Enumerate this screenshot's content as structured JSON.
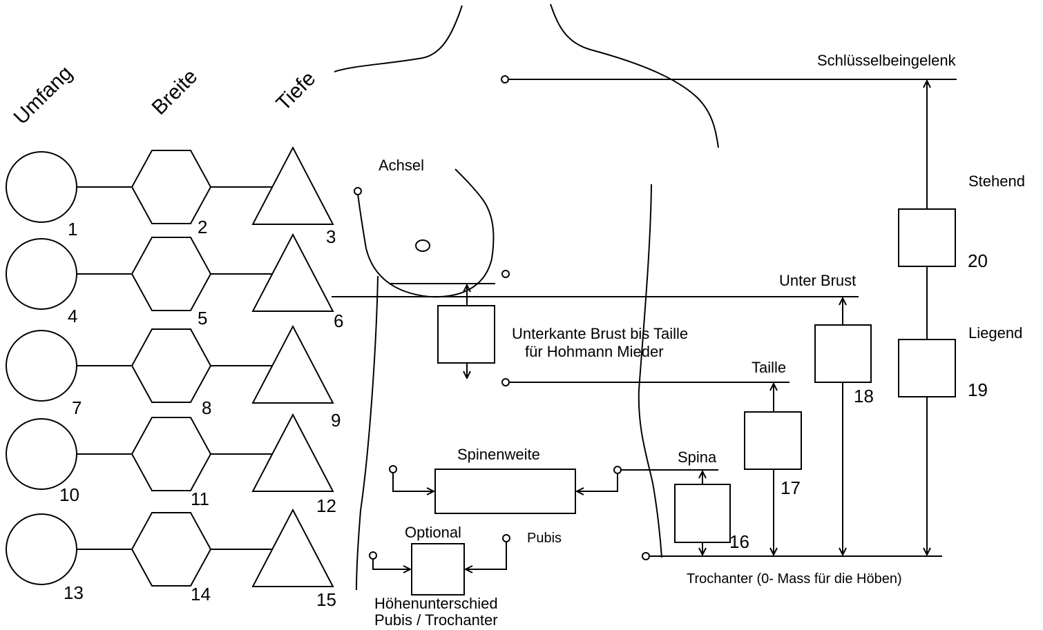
{
  "headers": {
    "umfang": "Umfang",
    "breite": "Breite",
    "tiefe": "Tiefe"
  },
  "measure_numbers": [
    "1",
    "2",
    "3",
    "4",
    "5",
    "6",
    "7",
    "8",
    "9",
    "10",
    "11",
    "12",
    "13",
    "14",
    "15"
  ],
  "landmarks": {
    "achsel": "Achsel",
    "schluesselbein": "Schlüsselbeingelenk",
    "unter_brust": "Unter Brust",
    "taille": "Taille",
    "spina": "Spina",
    "pubis": "Pubis",
    "trochanter": "Trochanter  (0- Mass für die Höben)"
  },
  "notes": {
    "unterkante_line1": "Unterkante Brust bis Taille",
    "unterkante_line2": "für Hohmann Mieder",
    "spinenweite": "Spinenweite",
    "optional": "Optional",
    "hoehen_line1": "Höhenunterschied",
    "hoehen_line2": "Pubis / Trochanter"
  },
  "positions": {
    "stehend": "Stehend",
    "liegend": "Liegend"
  },
  "height_numbers": {
    "n16": "16",
    "n17": "17",
    "n18": "18",
    "n19": "19",
    "n20": "20"
  }
}
